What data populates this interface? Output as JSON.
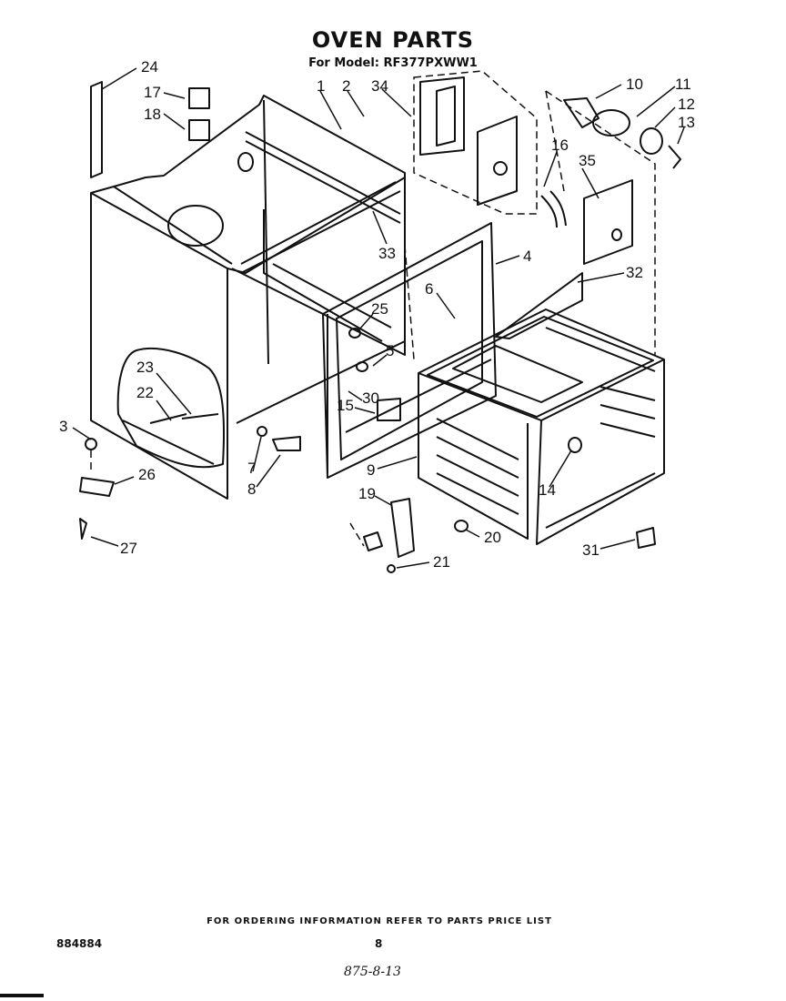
{
  "header": {
    "title": "OVEN PARTS",
    "model_line": "For Model: RF377PXWW1"
  },
  "callouts": [
    "24",
    "17",
    "18",
    "1",
    "2",
    "34",
    "10",
    "11",
    "12",
    "13",
    "16",
    "35",
    "33",
    "4",
    "32",
    "6",
    "25",
    "5",
    "23",
    "22",
    "30",
    "15",
    "3",
    "7",
    "8",
    "9",
    "14",
    "26",
    "19",
    "20",
    "31",
    "27",
    "21"
  ],
  "footer": {
    "ordering_note": "FOR ORDERING INFORMATION REFER TO PARTS PRICE LIST",
    "doc_number": "884884",
    "page_number": "8",
    "handwritten_note": "875-8-13"
  }
}
